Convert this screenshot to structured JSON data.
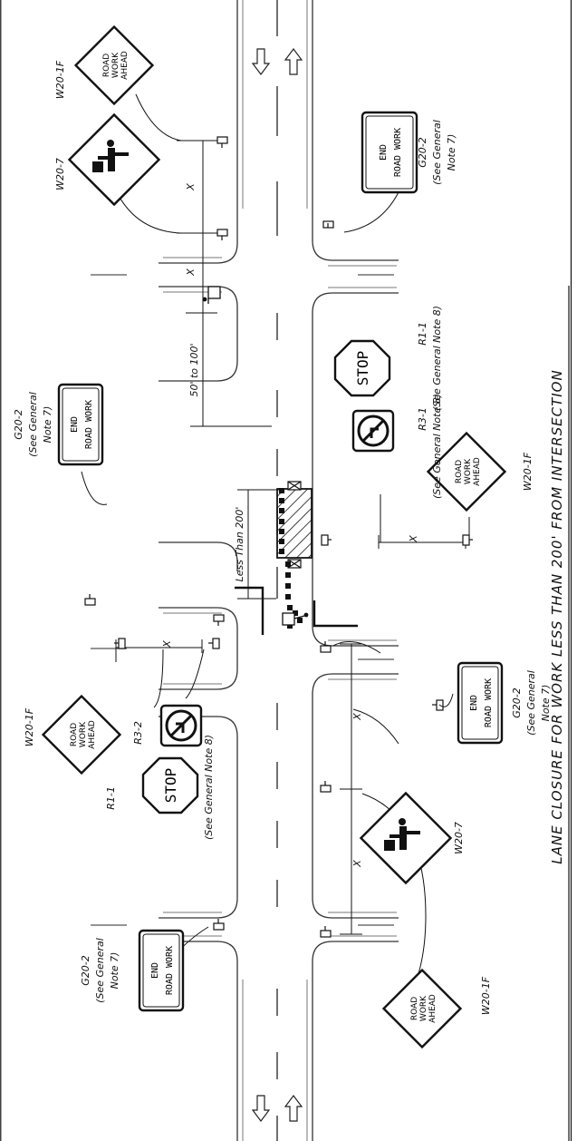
{
  "title": "LANE CLOSURE FOR WORK LESS THAN 200' FROM INTERSECTION",
  "dimensions": {
    "x": "X",
    "offset": "50' to 100'",
    "less_than": "Less Than 200'"
  },
  "sign_codes": {
    "w20_1f": "W20-1F",
    "w20_7": "W20-7",
    "g20_2": "G20-2",
    "r1_1": "R1-1",
    "r3_1": "R3-1",
    "r3_2": "R3-2"
  },
  "notes": {
    "see_general_7": "(See General",
    "note_7": "Note 7)",
    "see_general_8_full": "(See General Note 8)"
  },
  "sign_text": {
    "road": "ROAD",
    "work": "WORK",
    "ahead": "AHEAD",
    "end": "END",
    "road_work": "ROAD WORK",
    "stop": "STOP"
  }
}
